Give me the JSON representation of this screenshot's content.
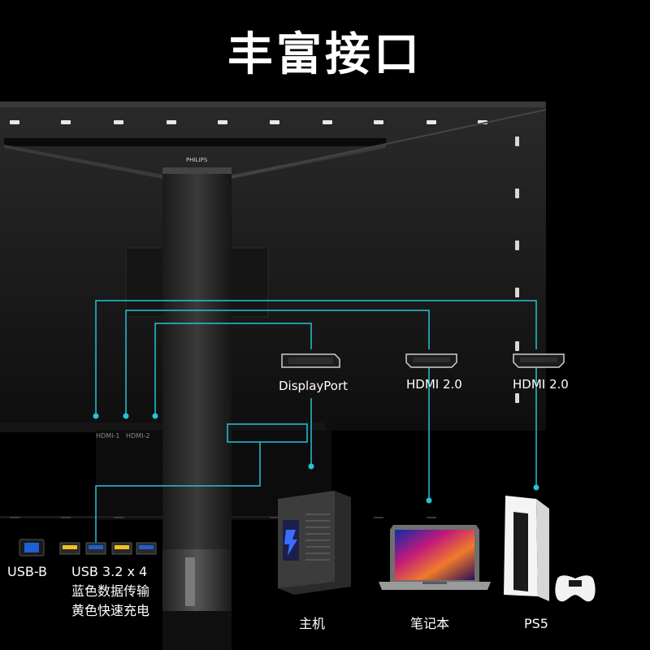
{
  "title": "丰富接口",
  "brand": "PHILIPS",
  "rear_port_labels": {
    "hdmi1": "HDMI-1",
    "hdmi2": "HDMI-2"
  },
  "ports": {
    "displayport": "DisplayPort",
    "hdmi_a": "HDMI 2.0",
    "hdmi_b": "HDMI 2.0"
  },
  "usb": {
    "usb_b": "USB-B",
    "usb_a": "USB 3.2 x 4",
    "blue_note": "蓝色数据传输",
    "yellow_note": "黄色快速充电"
  },
  "devices": {
    "pc": "主机",
    "laptop": "笔记本",
    "console": "PS5"
  },
  "colors": {
    "line": "#22c4d6",
    "background": "#000000",
    "usb_blue": "#1e5fd6",
    "usb_yellow": "#f2c21a"
  }
}
